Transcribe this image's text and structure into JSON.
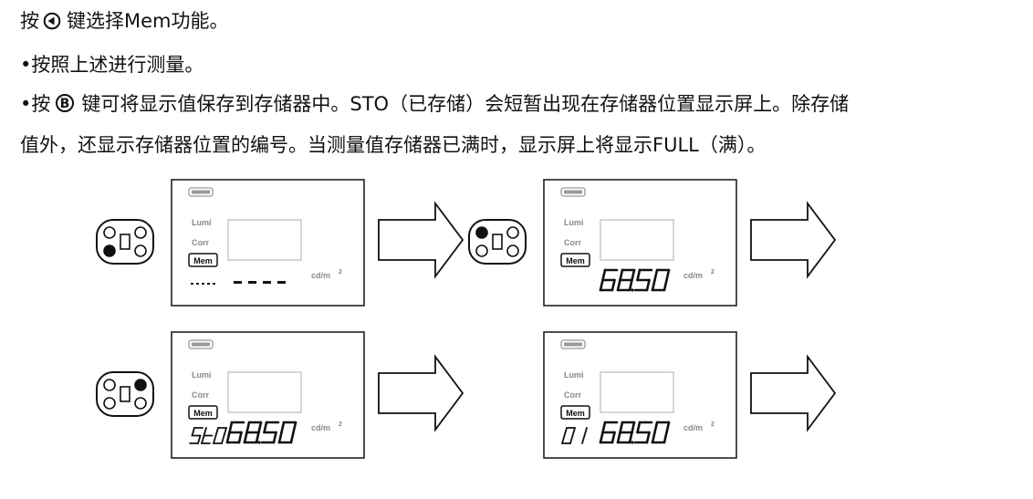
{
  "text": {
    "line1_prefix": "按",
    "line1_suffix": "键选择Mem功能。",
    "line2": "•按照上述进行测量。",
    "line3_prefix": "•按",
    "line3_suffix": "键可将显示值保存到存储器中。STO（已存储）会短暂出现在存储器位置显示屏上。除存储",
    "line4": "值外，还显示存储器位置的编号。当测量值存储器已满时，显示屏上将显示FULL（满）。"
  },
  "icons": {
    "left_key": "left-arrow-circle-icon",
    "b_key": "b-circle-icon",
    "keypad": "keypad-icon",
    "arrow": "right-arrow-icon"
  },
  "panels": [
    {
      "id": "top-left",
      "mode_labels": [
        "Lumi",
        "Corr",
        "Mem"
      ],
      "unit": "cd/m",
      "unit_sup": "2",
      "readout": "",
      "prefix": "",
      "placeholder": true,
      "pressed_key": "left"
    },
    {
      "id": "top-right",
      "mode_labels": [
        "Lumi",
        "Corr",
        "Mem"
      ],
      "unit": "cd/m",
      "unit_sup": "2",
      "readout": "6850",
      "prefix": "",
      "placeholder": false,
      "pressed_key": "top-left"
    },
    {
      "id": "bottom-left",
      "mode_labels": [
        "Lumi",
        "Corr",
        "Mem"
      ],
      "unit": "cd/m",
      "unit_sup": "2",
      "readout": "6850",
      "prefix": "STO",
      "placeholder": false,
      "pressed_key": "top-right"
    },
    {
      "id": "bottom-right",
      "mode_labels": [
        "Lumi",
        "Corr",
        "Mem"
      ],
      "unit": "cd/m",
      "unit_sup": "2",
      "readout": "6850",
      "prefix": "01",
      "placeholder": false,
      "pressed_key": null
    }
  ],
  "colors": {
    "ink": "#111111",
    "lcd_label": "#888888",
    "frame": "#222222",
    "badge": "#999999"
  }
}
